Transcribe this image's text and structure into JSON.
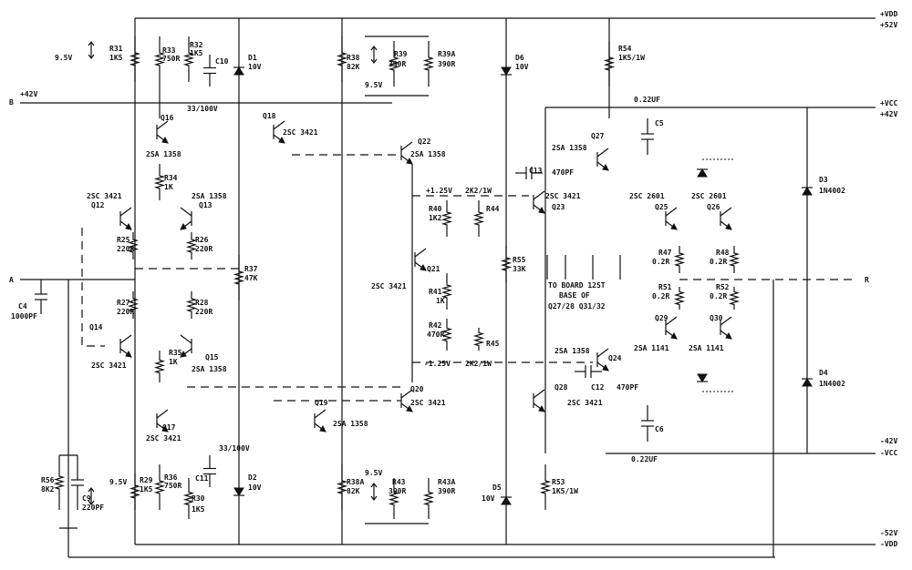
{
  "rails": {
    "vdd_pos": "+VDD",
    "v52_pos": "+52V",
    "vcc_pos": "+VCC",
    "v42_pos": "+42V",
    "v42_neg": "-42V",
    "vcc_neg": "-VCC",
    "v52_neg": "-52V",
    "vdd_neg": "-VDD",
    "b_input": "B",
    "b_voltage": "+42V",
    "a_input": "A",
    "r_output": "R"
  },
  "components": {
    "r31": [
      "R31",
      "1K5"
    ],
    "r33": [
      "R33",
      "750R"
    ],
    "r32": [
      "R32",
      "1K5"
    ],
    "c10": "C10",
    "c10_val": "33/100V",
    "d1": [
      "D1",
      "10V"
    ],
    "r38": [
      "R38",
      "82K"
    ],
    "r39": [
      "R39",
      "390R"
    ],
    "r39a": [
      "R39A",
      "390R"
    ],
    "d6": [
      "D6",
      "10V"
    ],
    "r54": [
      "R54",
      "1K5/1W"
    ],
    "q16": "Q16",
    "q16_type": "2SA 1358",
    "q18": "Q18",
    "q18_type": "2SC 3421",
    "q22": "Q22",
    "q22_type": "2SA 1358",
    "q27": "Q27",
    "q27_type": "2SA 1358",
    "c5": "C5",
    "c5_val": "0.22UF",
    "c13": [
      "C13",
      "470PF"
    ],
    "r34": [
      "R34",
      "1K"
    ],
    "q12": [
      "2SC 3421",
      "Q12"
    ],
    "q13": [
      "2SA 1358",
      "Q13"
    ],
    "r25": [
      "R25",
      "220R"
    ],
    "r26": [
      "R26",
      "220R"
    ],
    "r40": [
      "R40",
      "1K2"
    ],
    "r44": "R44",
    "v_pos": "+1.25V",
    "r_2k2_top": "2K2/1W",
    "q23": [
      "2SC 3421",
      "Q23"
    ],
    "q25": [
      "2SC 2601",
      "Q25"
    ],
    "q26": [
      "2SC 2601",
      "Q26"
    ],
    "d3": [
      "D3",
      "1N4002"
    ],
    "r37": [
      "R37",
      "47K"
    ],
    "q21": [
      "Q21",
      "2SC 3421"
    ],
    "r55": [
      "R55",
      "33K"
    ],
    "r47": [
      "R47",
      "0.2R"
    ],
    "r48": [
      "R48",
      "0.2R"
    ],
    "board_note": [
      "TO BOARD 12ST",
      "BASE OF",
      "Q27/28 Q31/32"
    ],
    "c4": [
      "C4",
      "1000PF"
    ],
    "r27": [
      "R27",
      "220R"
    ],
    "r28": [
      "R28",
      "220R"
    ],
    "r41": [
      "R41",
      "1K"
    ],
    "r51": [
      "R51",
      "0.2R"
    ],
    "r52": [
      "R52",
      "0.2R"
    ],
    "q14": [
      "Q14",
      "2SC 3421"
    ],
    "r35": [
      "R35",
      "1K"
    ],
    "q15": [
      "Q15",
      "2SA 1358"
    ],
    "r42": [
      "R42",
      "470R"
    ],
    "r45": "R45",
    "q29": "Q29",
    "q29_type": "2SA 1141",
    "q30": "Q30",
    "q30_type": "2SA 1141",
    "q24": "Q24",
    "q24_type": "2SA 1358",
    "v_neg": "-1.25V",
    "r_2k2_bot": "2K2/1W",
    "d4": [
      "D4",
      "1N4002"
    ],
    "q19": [
      "Q19",
      "2SA 1358"
    ],
    "q20": [
      "Q20",
      "2SC 3421"
    ],
    "q28": [
      "Q28",
      "2SC 3421"
    ],
    "c12": [
      "C12",
      "470PF"
    ],
    "c6": "C6",
    "c6_val": "0.22UF",
    "q17": [
      "Q17",
      "2SC 3421"
    ],
    "c11": "C11",
    "c11_val": "33/100V",
    "r56": [
      "R56",
      "8K2"
    ],
    "c9": [
      "C9",
      "220PF"
    ],
    "r29": [
      "R29",
      "1K5"
    ],
    "r36": [
      "R36",
      "750R"
    ],
    "r30": [
      "R30",
      "1K5"
    ],
    "d2": [
      "D2",
      "10V"
    ],
    "r38a": [
      "R38A",
      "82K"
    ],
    "r43": [
      "R43",
      "390R"
    ],
    "r43a": [
      "R43A",
      "390R"
    ],
    "d5": [
      "D5",
      "10V"
    ],
    "r53": [
      "R53",
      "1K5/1W"
    ],
    "trim": "9.5V"
  }
}
